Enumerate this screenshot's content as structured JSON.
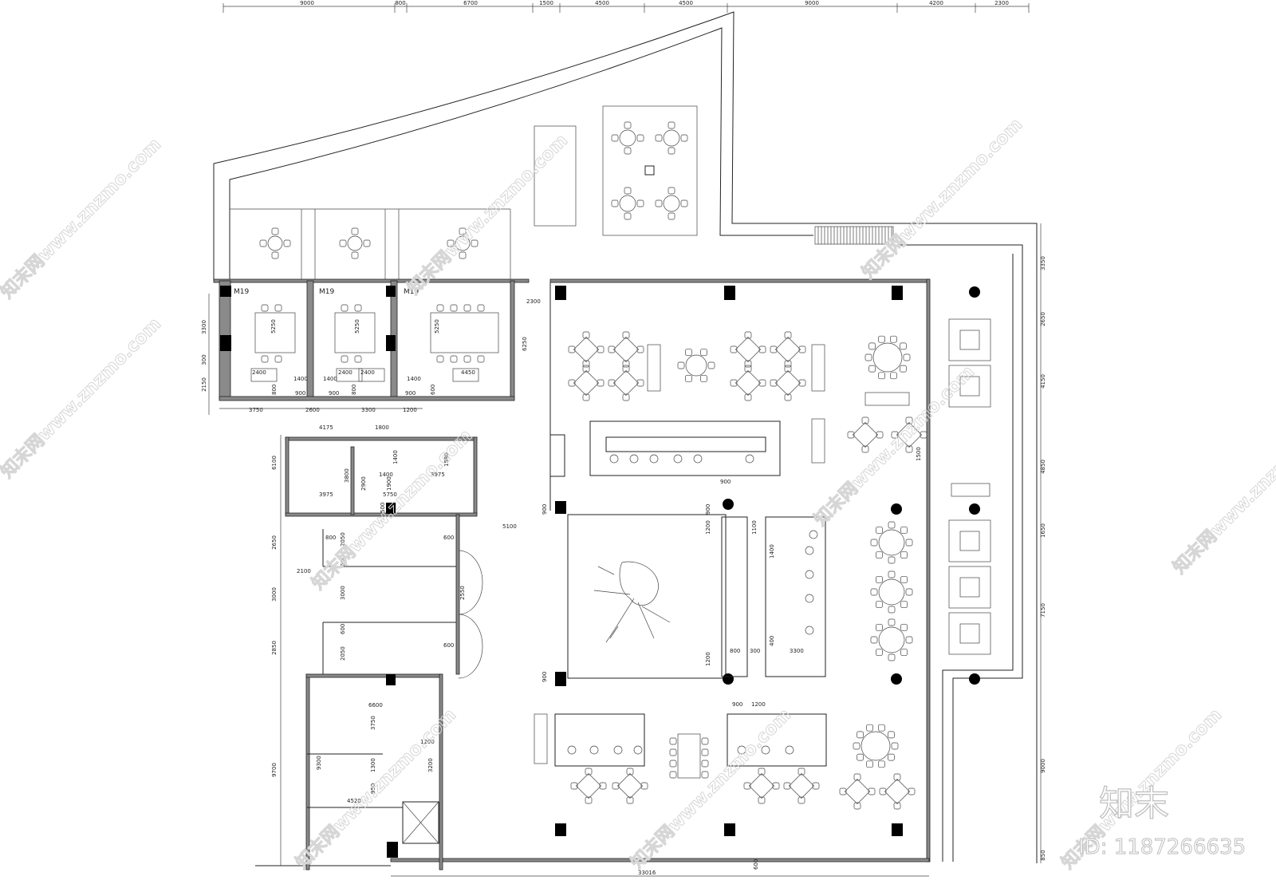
{
  "drawing": {
    "room_tags": [
      "M19",
      "M19",
      "M19"
    ],
    "top_dims": [
      "9000",
      "800",
      "6700",
      "1500",
      "4500",
      "4500",
      "9000",
      "4200",
      "2300"
    ],
    "right_dims": [
      "3350",
      "2650",
      "4150",
      "4850",
      "1650",
      "7150",
      "9000",
      "850"
    ],
    "left_dims": [
      "3300",
      "300",
      "2150",
      "6100",
      "2650",
      "3000",
      "2850",
      "9700"
    ],
    "private_room_dims": [
      "3750",
      "2600",
      "3300",
      "1200",
      "5250",
      "5250",
      "5250",
      "6250",
      "2300",
      "1400",
      "1400",
      "1400",
      "900",
      "900",
      "900",
      "800",
      "800",
      "600",
      "2400",
      "2400",
      "2400",
      "4450"
    ],
    "core_dims": [
      "4175",
      "1800",
      "1400",
      "1580",
      "3975",
      "3975",
      "5750",
      "3800",
      "2900",
      "1900",
      "1400",
      "500",
      "800",
      "600",
      "600",
      "2050",
      "2050",
      "600",
      "600",
      "2100",
      "3000",
      "2550",
      "5100",
      "900",
      "900"
    ],
    "kitchen_dims": [
      "1100",
      "1400",
      "1200",
      "1200",
      "900",
      "900",
      "400",
      "3300",
      "800",
      "300",
      "900",
      "1200",
      "1500"
    ],
    "lower_dims": [
      "6600",
      "3750",
      "1200",
      "1300",
      "950",
      "3200",
      "4520",
      "9300"
    ],
    "bottom_dims": [
      "33016",
      "600"
    ]
  },
  "watermark": {
    "text": "知末网www.znzmo.com",
    "logo": "知末",
    "id": "ID: 1187266635"
  }
}
